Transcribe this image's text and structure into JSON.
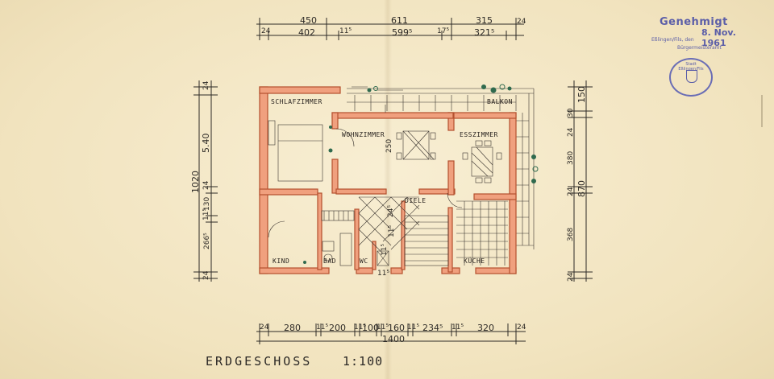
{
  "drawing": {
    "title": "ERDGESCHOSS",
    "scale": "1:100"
  },
  "rooms": {
    "schlafzimmer": "SCHLAFZIMMER",
    "wohnzimmer": "WOHNZIMMER",
    "esszimmer": "ESSZIMMER",
    "balkon": "BALKON",
    "diele": "DIELE",
    "kind": "KIND",
    "bad": "BAD",
    "wc": "WC",
    "kueche": "KÜCHE",
    "room_height": "250"
  },
  "dimensions": {
    "top_outer": [
      "450",
      "611",
      "315"
    ],
    "top_inner": [
      "402",
      "11⁵",
      "599⁵",
      "17⁵",
      "321⁵"
    ],
    "top_edges": [
      "24",
      "24"
    ],
    "bottom": [
      "24",
      "280",
      "11⁵",
      "200",
      "11⁵",
      "100",
      "11⁵",
      "160",
      "11⁵",
      "234⁵",
      "11⁵",
      "320",
      "24"
    ],
    "bottom_total": "1400",
    "left": [
      "24",
      "5.40",
      "24",
      "130",
      "11⁵",
      "266⁵",
      "24"
    ],
    "left_total": "1020",
    "right": [
      "150",
      "30",
      "24",
      "380",
      "24",
      "368",
      "24"
    ],
    "right_total": "870",
    "inner_small": [
      "11⁵",
      "11⁵",
      "24⁵",
      "11⁵"
    ]
  },
  "stamp": {
    "title": "Genehmigt",
    "date": "8. Nov. 1961",
    "place": "Eßlingen/Fils, den",
    "office": "Bürgermeisteramt",
    "seal_text": "Stadt Eßlingen/Fils"
  },
  "colors": {
    "paper": "#f3e7c6",
    "wall": "#f0a07e",
    "ink": "#2d2a26",
    "stamp": "#5b5ea8"
  }
}
